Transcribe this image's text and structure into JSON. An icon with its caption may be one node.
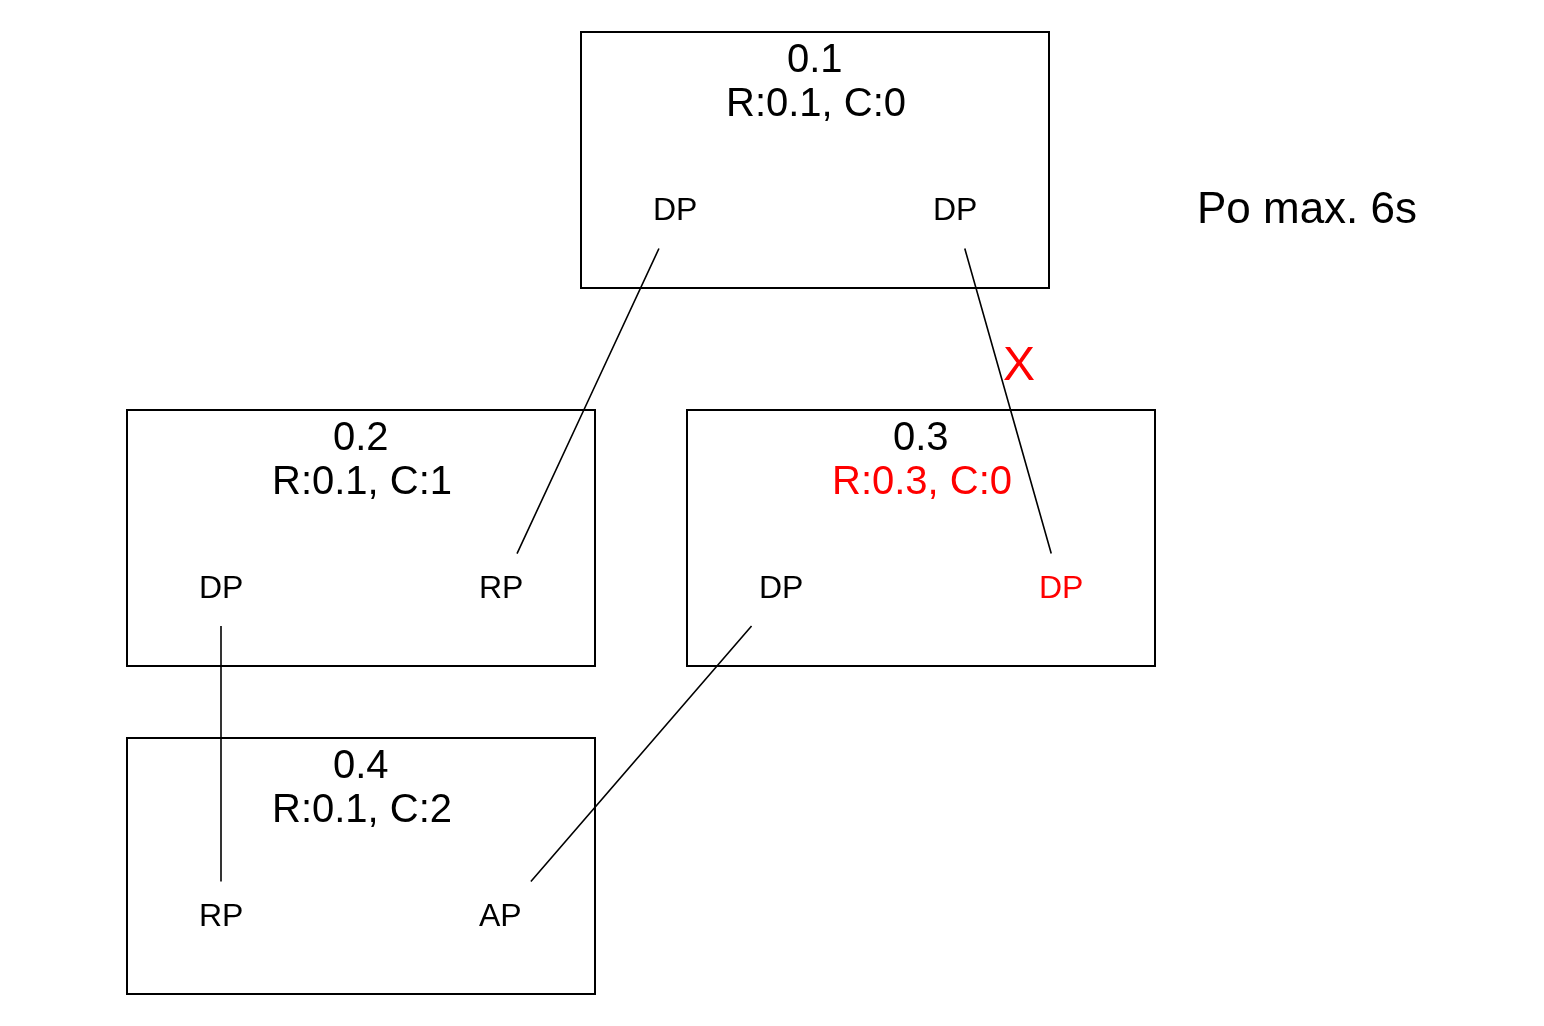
{
  "diagram": {
    "nodes": [
      {
        "text": [
          "0.1",
          "R:0.1, C:0"
        ]
      },
      {
        "text": [
          "DP"
        ],
        "in": 0
      },
      {
        "text": [
          "DP"
        ],
        "in": 0
      },
      {
        "text": [
          "0.2",
          "R:0.1, C:1"
        ]
      },
      {
        "text": [
          "RP"
        ],
        "in": 3
      },
      {
        "text": [
          "DP"
        ],
        "in": 3
      },
      {
        "text": [
          "0.3",
          "R:0.3, C:0"
        ]
      },
      {
        "text": [
          "DP"
        ],
        "in": 6
      },
      {
        "text": [
          "DP"
        ],
        "in": 6
      },
      {
        "text": [
          "0.4",
          "R:0.1, C:2"
        ]
      },
      {
        "text": [
          "RP"
        ],
        "in": 9
      },
      {
        "text": [
          "AP"
        ],
        "in": 9
      }
    ],
    "edges": [
      {
        "from": 1,
        "to": 4,
        "arrow": "none"
      },
      {
        "from": 2,
        "to": 7,
        "arrow": "none",
        "label": "X"
      },
      {
        "from": 5,
        "to": 10,
        "arrow": "none"
      },
      {
        "from": 8,
        "to": 11,
        "arrow": "none"
      }
    ],
    "labels": [
      "Po max. 6s"
    ]
  }
}
